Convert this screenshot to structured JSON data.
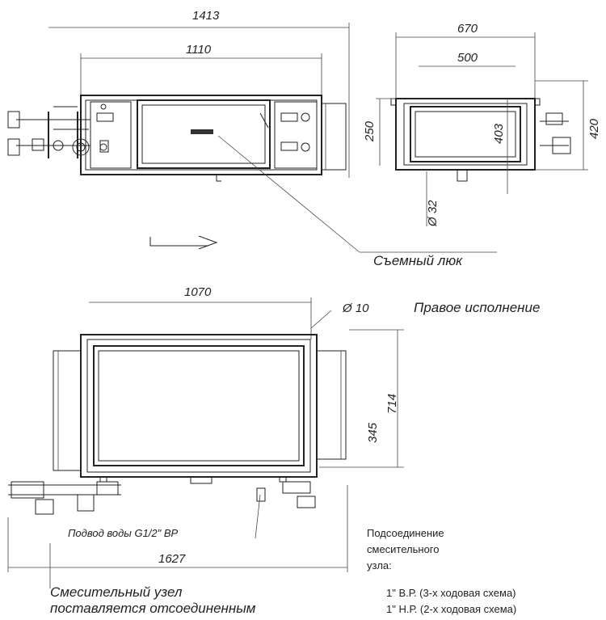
{
  "top_view": {
    "dim_overall": "1413",
    "dim_body": "1110",
    "hatch_label": "Съемный люк"
  },
  "side_view": {
    "dim_width": "670",
    "dim_inner": "500",
    "dim_height_inner": "250",
    "dim_height_mid": "403",
    "dim_height": "420",
    "dim_drain": "Ø 32"
  },
  "front_view": {
    "dim_length": "1070",
    "dim_hole": "Ø 10",
    "version_label": "Правое исполнение",
    "dim_height_a": "345",
    "dim_height_b": "714",
    "water_supply": "Подвод воды G1/2\" ВР",
    "dim_total": "1627",
    "mixer_note_line1": "Смесительный узел",
    "mixer_note_line2": "поставляется отсоединенным"
  },
  "connection_note": {
    "line1": "Подсоединение",
    "line2": "смесительного",
    "line3": "узла:",
    "item1": "1\" В.Р. (3-х ходовая схема)",
    "item2": "1\" Н.Р. (2-х ходовая схема)"
  }
}
